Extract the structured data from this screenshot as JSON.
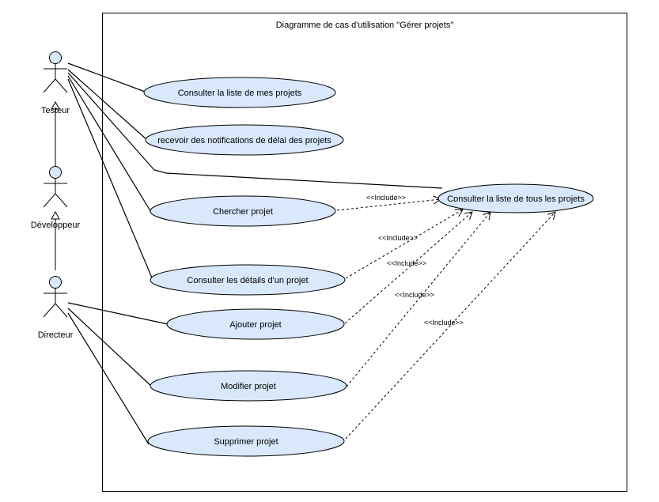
{
  "system": {
    "title": "Diagramme de cas d'utilisation \"Gérer projets\""
  },
  "actors": {
    "testeur": "Testeur",
    "developpeur": "Développeur",
    "directeur": "Directeur"
  },
  "use_cases": {
    "mes_projets": "Consulter la liste de mes projets",
    "notifications": "recevoir des notifications de délai des projets",
    "tous_projets": "Consulter la liste de tous les projets",
    "chercher": "Chercher projet",
    "details": "Consulter les détails d'un projet",
    "ajouter": "Ajouter projet",
    "modifier": "Modifier projet",
    "supprimer": "Supprimer projet"
  },
  "include_label": "<<Include>>",
  "colors": {
    "use_case_fill": "#dae8fc",
    "stroke": "#000000",
    "background": "#ffffff"
  }
}
